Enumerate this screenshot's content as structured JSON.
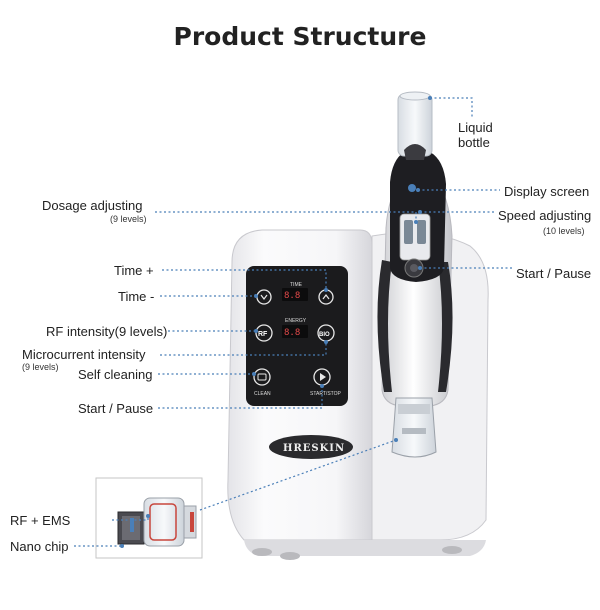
{
  "title": "Product Structure",
  "brand": "HRESKIN",
  "panel": {
    "time_label": "TIME",
    "energy_label": "ENERGY",
    "rf_btn": "RF",
    "bio_btn": "BIO",
    "clean_label": "CLEAN",
    "startstop_label": "START/STOP"
  },
  "labels": {
    "liquid_bottle_1": "Liquid",
    "liquid_bottle_2": "bottle",
    "display_screen": "Display screen",
    "speed_adjusting": "Speed adjusting",
    "speed_levels": "(10 levels)",
    "start_pause_right": "Start / Pause",
    "dosage_adjusting": "Dosage adjusting",
    "dosage_levels": "(9 levels)",
    "time_plus": "Time +",
    "time_minus": "Time -",
    "rf_intensity": "RF intensity(9 levels)",
    "microcurrent": "Microcurrent intensity",
    "microcurrent_levels": "(9 levels)",
    "self_cleaning": "Self cleaning",
    "start_pause_left": "Start / Pause",
    "rf_ems": "RF + EMS",
    "nano_chip": "Nano chip"
  },
  "colors": {
    "leader": "#4a7fb8",
    "panel": "#1b1b1d",
    "body": "#f2f2f4",
    "accent_red": "#c8463c"
  }
}
